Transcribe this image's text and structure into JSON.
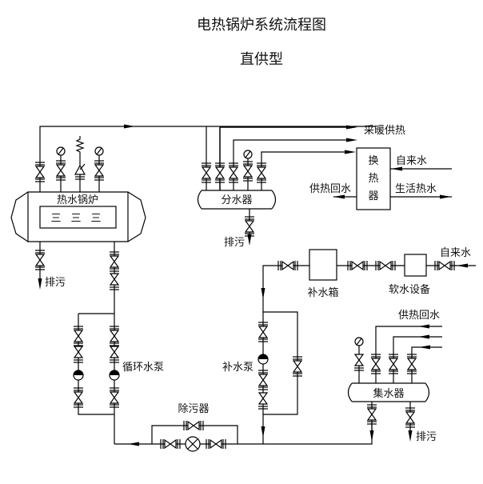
{
  "title": "电热锅炉系统流程图",
  "subtitle": "直供型",
  "components": {
    "boiler": "热水锅炉",
    "distributor": "分水器",
    "collector": "集水器",
    "heat_exchanger": "换热器",
    "heat_exchanger_chars": [
      "换",
      "热",
      "器"
    ],
    "makeup_tank": "补水箱",
    "softener": "软水设备",
    "circulation_pump": "循环水泵",
    "makeup_pump": "补水泵",
    "strainer": "除污器"
  },
  "labels": {
    "heating_supply": "采暖供热",
    "tap_water_hx": "自来水",
    "return_hx": "供热回水",
    "domestic_hot_water": "生活热水",
    "tap_water_softener": "自来水",
    "heating_return": "供热回水",
    "drain_boiler": "排污",
    "drain_distributor": "排污",
    "drain_collector": "排污"
  },
  "boiler_panel_glyph": "三"
}
